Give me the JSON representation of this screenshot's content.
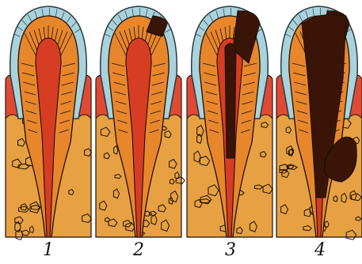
{
  "figure": {
    "panels": [
      {
        "label": "1",
        "stage": 0
      },
      {
        "label": "2",
        "stage": 1
      },
      {
        "label": "3",
        "stage": 2
      },
      {
        "label": "4",
        "stage": 3
      }
    ]
  },
  "colors": {
    "enamel": "#a9d3dc",
    "enamel_stroke": "#2b3a40",
    "dentin": "#e8862c",
    "pulp": "#d63d22",
    "bone": "#e7a142",
    "gum": "#e04a35",
    "decay": "#3a1406",
    "outline": "#1d0f05"
  }
}
